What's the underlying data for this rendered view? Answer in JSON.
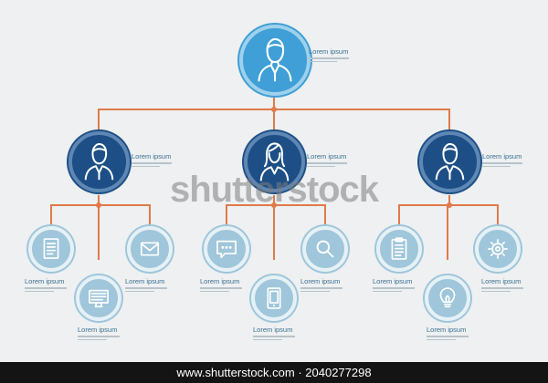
{
  "top": {
    "label": "Lorem ipsum",
    "icon": "person-icon"
  },
  "managers": [
    {
      "label": "Lorem ipsum",
      "icon": "male-person-icon"
    },
    {
      "label": "Lorem ipsum",
      "icon": "female-person-icon"
    },
    {
      "label": "Lorem ipsum",
      "icon": "male-person-icon"
    }
  ],
  "leaves": [
    {
      "label": "Lorem ipsum",
      "icon": "document-icon"
    },
    {
      "label": "Lorem ipsum",
      "icon": "monitor-icon"
    },
    {
      "label": "Lorem ipsum",
      "icon": "envelope-icon"
    },
    {
      "label": "Lorem ipsum",
      "icon": "chat-bubble-icon"
    },
    {
      "label": "Lorem ipsum",
      "icon": "tablet-icon"
    },
    {
      "label": "Lorem ipsum",
      "icon": "magnifier-icon"
    },
    {
      "label": "Lorem ipsum",
      "icon": "clipboard-icon"
    },
    {
      "label": "Lorem ipsum",
      "icon": "lightbulb-icon"
    },
    {
      "label": "Lorem ipsum",
      "icon": "gear-icon"
    }
  ],
  "colors": {
    "connector": "#e07a4a",
    "top_fill": "#3f9fd6",
    "manager_fill": "#1d4f86",
    "leaf_fill": "#9fc6da"
  },
  "watermark": "shutterstock",
  "footer": "www.shutterstock.com · 2040277298"
}
